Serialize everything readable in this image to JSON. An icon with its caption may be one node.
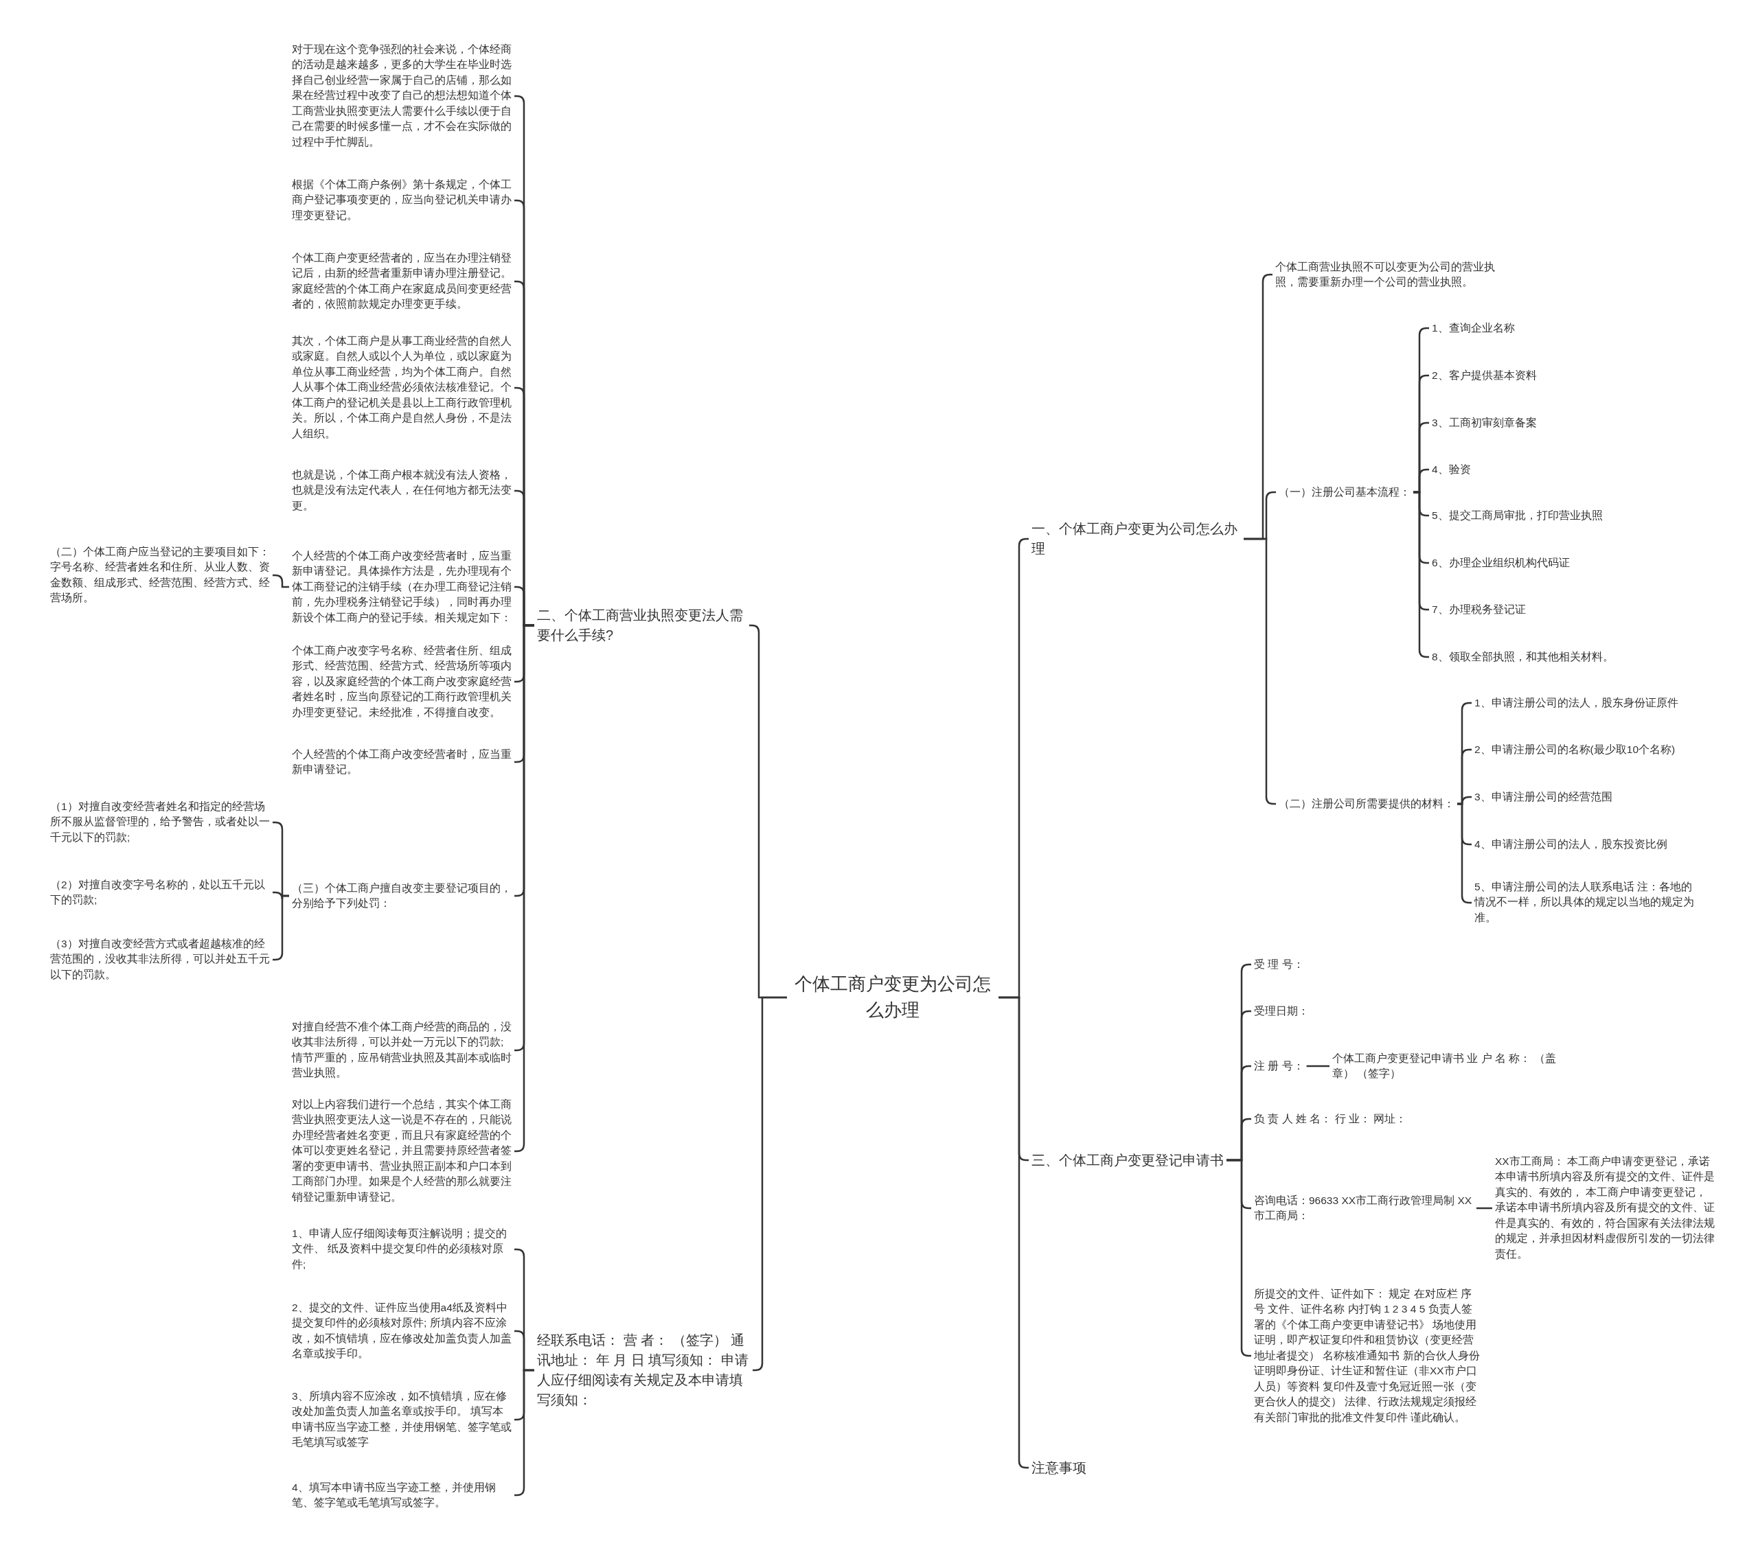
{
  "diagram": {
    "nodes": [
      {
        "text": [
          "个体工商户变更为公司怎么办理"
        ]
      },
      {
        "text": [
          "一、个体工商户变更为公司怎么办理"
        ]
      },
      {
        "text": [
          "个体工商营业执照不可以变更为公司的营业执照，需要重新办理一个公司的营业执照。"
        ]
      },
      {
        "text": [
          "（一）注册公司基本流程："
        ]
      },
      {
        "text": [
          "1、查询企业名称"
        ]
      },
      {
        "text": [
          "2、客户提供基本资料"
        ]
      },
      {
        "text": [
          "3、工商初审刻章备案"
        ]
      },
      {
        "text": [
          "4、验资"
        ]
      },
      {
        "text": [
          "5、提交工商局审批，打印营业执照"
        ]
      },
      {
        "text": [
          "6、办理企业组织机构代码证"
        ]
      },
      {
        "text": [
          "7、办理税务登记证"
        ]
      },
      {
        "text": [
          "8、领取全部执照，和其他相关材料。"
        ]
      },
      {
        "text": [
          "（二）注册公司所需要提供的材料："
        ]
      },
      {
        "text": [
          "1、申请注册公司的法人，股东身份证原件"
        ]
      },
      {
        "text": [
          "2、申请注册公司的名称(最少取10个名称)"
        ]
      },
      {
        "text": [
          "3、申请注册公司的经营范围"
        ]
      },
      {
        "text": [
          "4、申请注册公司的法人，股东投资比例"
        ]
      },
      {
        "text": [
          "5、申请注册公司的法人联系电话 注：各地的情况不一样，所以具体的规定以当地的规定为准。"
        ]
      },
      {
        "text": [
          "三、个体工商户变更登记申请书"
        ]
      },
      {
        "text": [
          "受 理 号："
        ]
      },
      {
        "text": [
          "受理日期："
        ]
      },
      {
        "text": [
          "注 册 号："
        ]
      },
      {
        "text": [
          "个体工商户变更登记申请书 业 户 名 称： （盖章） （签字）"
        ]
      },
      {
        "text": [
          "负 责 人 姓 名： 行 业： 网址："
        ]
      },
      {
        "text": [
          "咨询电话：96633 XX市工商行政管理局制 XX市工商局："
        ]
      },
      {
        "text": [
          "XX市工商局： 本工商户申请变更登记，承诺本申请书所填内容及所有提交的文件、证件是真实的、有效的， 本工商户申请变更登记，承诺本申请书所填内容及所有提交的文件、证件是真实的、有效的，符合国家有关法律法规的规定，并承担因材料虚假所引发的一切法律责任。"
        ]
      },
      {
        "text": [
          "所提交的文件、证件如下： 规定 在对应栏 序号 文件、证件名称 内打钩 1 2 3 4 5 负责人签署的《个体工商户变更申请登记书》 场地使用证明，即产权证复印件和租赁协议（变更经营地址者提交） 名称核准通知书 新的合伙人身份证明即身份证、计生证和暂住证（非XX市户口人员）等资料 复印件及壹寸免冠近照一张（变更合伙人的提交） 法律、行政法规规定须报经有关部门审批的批准文件复印件 谨此确认。"
        ]
      },
      {
        "text": [
          "注意事项"
        ]
      },
      {
        "text": [
          "二、个体工商营业执照变更法人需要什么手续?"
        ]
      },
      {
        "text": [
          "对于现在这个竞争强烈的社会来说，个体经商的活动是越来越多，更多的大学生在毕业时选择自己创业经营一家属于自己的店铺，那么如果在经营过程中改变了自己的想法想知道个体工商营业执照变更法人需要什么手续以便于自己在需要的时候多懂一点，才不会在实际做的过程中手忙脚乱。"
        ]
      },
      {
        "text": [
          "根据《个体工商户条例》第十条规定，个体工商户登记事项变更的，应当向登记机关申请办理变更登记。"
        ]
      },
      {
        "text": [
          "个体工商户变更经营者的，应当在办理注销登记后，由新的经营者重新申请办理注册登记。家庭经营的个体工商户在家庭成员间变更经营者的，依照前款规定办理变更手续。"
        ]
      },
      {
        "text": [
          "其次，个体工商户是从事工商业经营的自然人或家庭。自然人或以个人为单位，或以家庭为单位从事工商业经营，均为个体工商户。自然人从事个体工商业经营必须依法核准登记。个体工商户的登记机关是县以上工商行政管理机关。所以，个体工商户是自然人身份，不是法人组织。"
        ]
      },
      {
        "text": [
          "也就是说，个体工商户根本就没有法人资格，也就是没有法定代表人，在任何地方都无法变更。"
        ]
      },
      {
        "text": [
          "个人经营的个体工商户改变经营者时，应当重新申请登记。具体操作方法是，先办理现有个体工商登记的注销手续（在办理工商登记注销前，先办理税务注销登记手续），同时再办理新设个体工商户的登记手续。相关规定如下："
        ]
      },
      {
        "text": [
          "（二）个体工商户应当登记的主要项目如下：字号名称、经营者姓名和住所、从业人数、资金数额、组成形式、经营范围、经营方式、经营场所。"
        ]
      },
      {
        "text": [
          "个体工商户改变字号名称、经营者住所、组成形式、经营范围、经营方式、经营场所等项内容，以及家庭经营的个体工商户改变家庭经营者姓名时，应当向原登记的工商行政管理机关办理变更登记。未经批准，不得擅自改变。"
        ]
      },
      {
        "text": [
          "个人经营的个体工商户改变经营者时，应当重新申请登记。"
        ]
      },
      {
        "text": [
          "（三）个体工商户擅自改变主要登记项目的，分别给予下列处罚："
        ]
      },
      {
        "text": [
          "（1）对擅自改变经营者姓名和指定的经营场所不服从监督管理的，给予警告，或者处以一千元以下的罚款;"
        ]
      },
      {
        "text": [
          "（2）对擅自改变字号名称的，处以五千元以下的罚款;"
        ]
      },
      {
        "text": [
          "（3）对擅自改变经营方式或者超越核准的经营范围的，没收其非法所得，可以并处五千元以下的罚款。"
        ]
      },
      {
        "text": [
          "对擅自经营不准个体工商户经营的商品的，没收其非法所得，可以并处一万元以下的罚款;情节严重的，应吊销营业执照及其副本或临时营业执照。"
        ]
      },
      {
        "text": [
          "对以上内容我们进行一个总结，其实个体工商营业执照变更法人这一说是不存在的，只能说办理经营者姓名变更，而且只有家庭经营的个体可以变更姓名登记，并且需要持原经营者签署的变更申请书、营业执照正副本和户口本到工商部门办理。如果是个人经营的那么就要注销登记重新申请登记。"
        ]
      },
      {
        "text": [
          "经联系电话： 营 者： （签字） 通讯地址： 年 月 日 填写须知： 申请人应仔细阅读有关规定及本申请填写须知："
        ]
      },
      {
        "text": [
          "1、申请人应仔细阅读每页注解说明；提交的文件、 纸及资料中提交复印件的必须核对原件;"
        ]
      },
      {
        "text": [
          "2、提交的文件、证件应当使用a4纸及资料中提交复印件的必须核对原件; 所填内容不应涂改，如不慎错填，应在修改处加盖负责人加盖名章或按手印。"
        ]
      },
      {
        "text": [
          "3、所填内容不应涂改，如不慎错填，应在修改处加盖负责人加盖名章或按手印。 填写本申请书应当字迹工整，并使用钢笔、签字笔或毛笔填写或签字"
        ]
      },
      {
        "text": [
          "4、填写本申请书应当字迹工整，并使用钢笔、签字笔或毛笔填写或签字。"
        ]
      }
    ],
    "edges": [
      {
        "from": 0,
        "to": 1,
        "arrow": "none"
      },
      {
        "from": 0,
        "to": 18,
        "arrow": "none"
      },
      {
        "from": 0,
        "to": 27,
        "arrow": "none"
      },
      {
        "from": 0,
        "to": 28,
        "arrow": "none"
      },
      {
        "from": 0,
        "to": 44,
        "arrow": "none"
      },
      {
        "from": 1,
        "to": 2,
        "arrow": "none"
      },
      {
        "from": 1,
        "to": 3,
        "arrow": "none"
      },
      {
        "from": 1,
        "to": 12,
        "arrow": "none"
      },
      {
        "from": 3,
        "to": 4,
        "arrow": "none"
      },
      {
        "from": 3,
        "to": 5,
        "arrow": "none"
      },
      {
        "from": 3,
        "to": 6,
        "arrow": "none"
      },
      {
        "from": 3,
        "to": 7,
        "arrow": "none"
      },
      {
        "from": 3,
        "to": 8,
        "arrow": "none"
      },
      {
        "from": 3,
        "to": 9,
        "arrow": "none"
      },
      {
        "from": 3,
        "to": 10,
        "arrow": "none"
      },
      {
        "from": 3,
        "to": 11,
        "arrow": "none"
      },
      {
        "from": 12,
        "to": 13,
        "arrow": "none"
      },
      {
        "from": 12,
        "to": 14,
        "arrow": "none"
      },
      {
        "from": 12,
        "to": 15,
        "arrow": "none"
      },
      {
        "from": 12,
        "to": 16,
        "arrow": "none"
      },
      {
        "from": 12,
        "to": 17,
        "arrow": "none"
      },
      {
        "from": 18,
        "to": 19,
        "arrow": "none"
      },
      {
        "from": 18,
        "to": 20,
        "arrow": "none"
      },
      {
        "from": 18,
        "to": 21,
        "arrow": "none"
      },
      {
        "from": 18,
        "to": 23,
        "arrow": "none"
      },
      {
        "from": 18,
        "to": 24,
        "arrow": "none"
      },
      {
        "from": 18,
        "to": 26,
        "arrow": "none"
      },
      {
        "from": 21,
        "to": 22,
        "arrow": "none"
      },
      {
        "from": 24,
        "to": 25,
        "arrow": "none"
      },
      {
        "from": 28,
        "to": 29,
        "arrow": "none"
      },
      {
        "from": 28,
        "to": 30,
        "arrow": "none"
      },
      {
        "from": 28,
        "to": 31,
        "arrow": "none"
      },
      {
        "from": 28,
        "to": 32,
        "arrow": "none"
      },
      {
        "from": 28,
        "to": 33,
        "arrow": "none"
      },
      {
        "from": 28,
        "to": 34,
        "arrow": "none"
      },
      {
        "from": 34,
        "to": 35,
        "arrow": "none"
      },
      {
        "from": 28,
        "to": 36,
        "arrow": "none"
      },
      {
        "from": 28,
        "to": 37,
        "arrow": "none"
      },
      {
        "from": 28,
        "to": 38,
        "arrow": "none"
      },
      {
        "from": 38,
        "to": 39,
        "arrow": "none"
      },
      {
        "from": 38,
        "to": 40,
        "arrow": "none"
      },
      {
        "from": 38,
        "to": 41,
        "arrow": "none"
      },
      {
        "from": 28,
        "to": 42,
        "arrow": "none"
      },
      {
        "from": 28,
        "to": 43,
        "arrow": "none"
      },
      {
        "from": 44,
        "to": 45,
        "arrow": "none"
      },
      {
        "from": 44,
        "to": 46,
        "arrow": "none"
      },
      {
        "from": 44,
        "to": 47,
        "arrow": "none"
      },
      {
        "from": 44,
        "to": 48,
        "arrow": "none"
      }
    ]
  }
}
